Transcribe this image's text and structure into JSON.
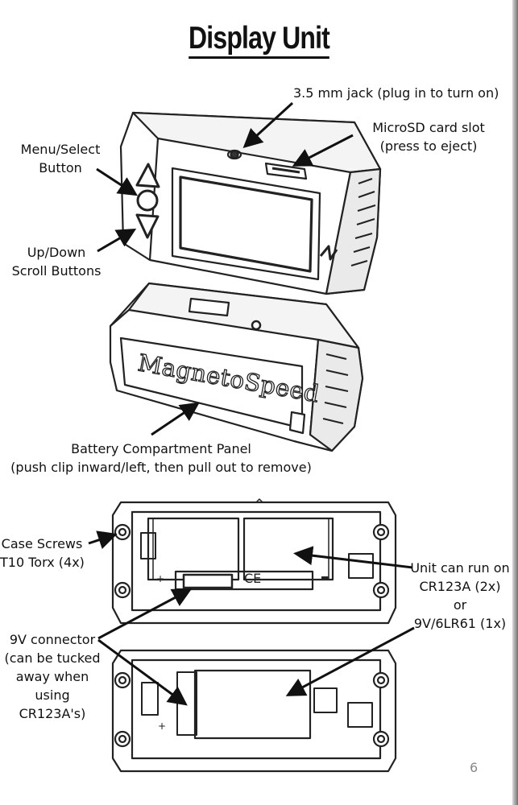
{
  "title": "Display Unit",
  "labels": {
    "jack": "3.5 mm jack (plug in to turn on)",
    "microsd_1": "MicroSD card slot",
    "microsd_2": "(press to eject)",
    "menu_1": "Menu/Select",
    "menu_2": "Button",
    "updown_1": "Up/Down",
    "updown_2": "Scroll Buttons",
    "battery_1": "Battery Compartment Panel",
    "battery_2": "(push clip inward/left, then pull out to remove)",
    "screws_1": "Case Screws",
    "screws_2": "T10 Torx (4x)",
    "power_1": "Unit can run on",
    "power_2": "CR123A (2x)",
    "power_3": "or",
    "power_4": "9V/6LR61 (1x)",
    "conn_1": "9V connector",
    "conn_2": "(can be tucked",
    "conn_3": "away when",
    "conn_4": "using",
    "conn_5": "CR123A's)"
  },
  "device_logo": "MagnetoSpeed",
  "page_number": "6"
}
